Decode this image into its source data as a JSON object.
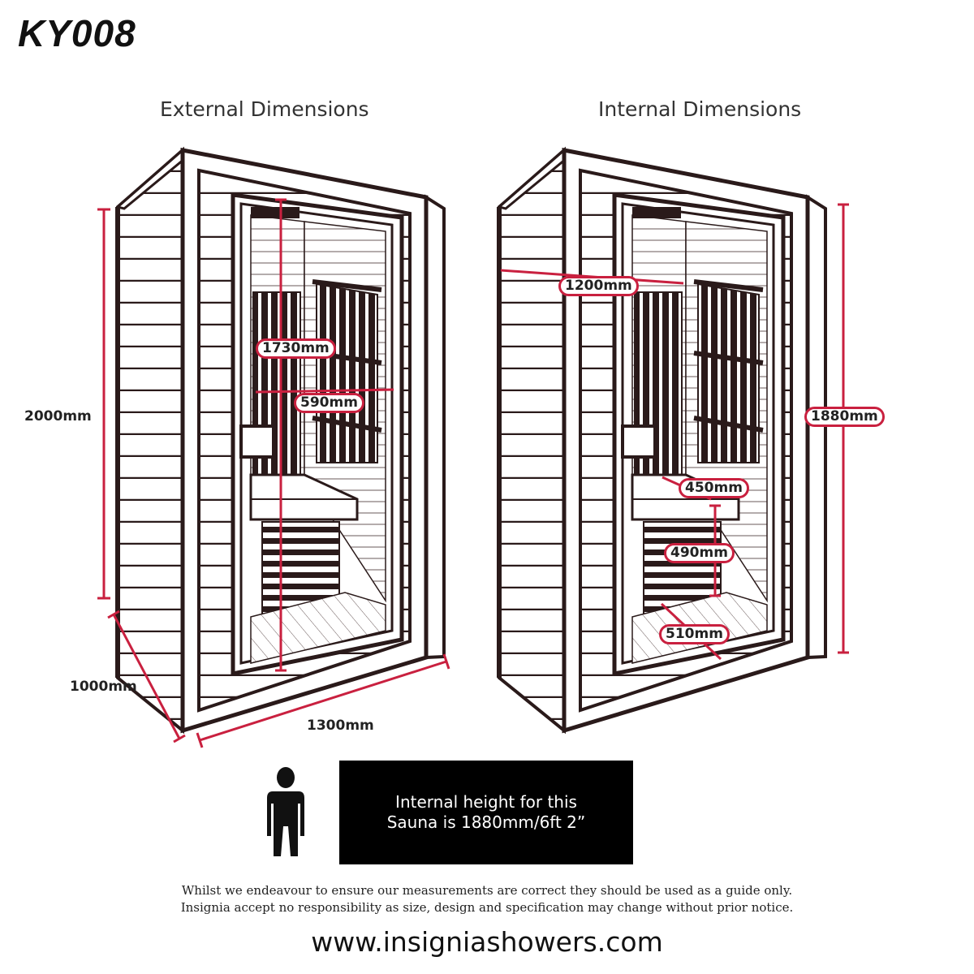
{
  "model": "KY008",
  "external": {
    "heading": "External Dimensions",
    "height": "2000mm",
    "depth": "1000mm",
    "width": "1300mm",
    "door_height": "1730mm",
    "door_width": "590mm"
  },
  "internal": {
    "heading": "Internal Dimensions",
    "width": "1200mm",
    "height": "1880mm",
    "bench_depth": "450mm",
    "bench_height": "490mm",
    "bench_width": "510mm"
  },
  "notice": {
    "line1": "Internal height for this",
    "line2": "Sauna is 1880mm/6ft 2”"
  },
  "disclaimer": {
    "line1": "Whilst we endeavour to ensure our measurements are correct they should be used as a guide only.",
    "line2": "Insignia accept no responsibility as size, design and specification may change without prior notice."
  },
  "website": "www.insigniashowers.com",
  "colors": {
    "dimension": "#c9203f",
    "outline": "#2a1a1a"
  },
  "icons": {
    "person": "person-silhouette-icon"
  }
}
